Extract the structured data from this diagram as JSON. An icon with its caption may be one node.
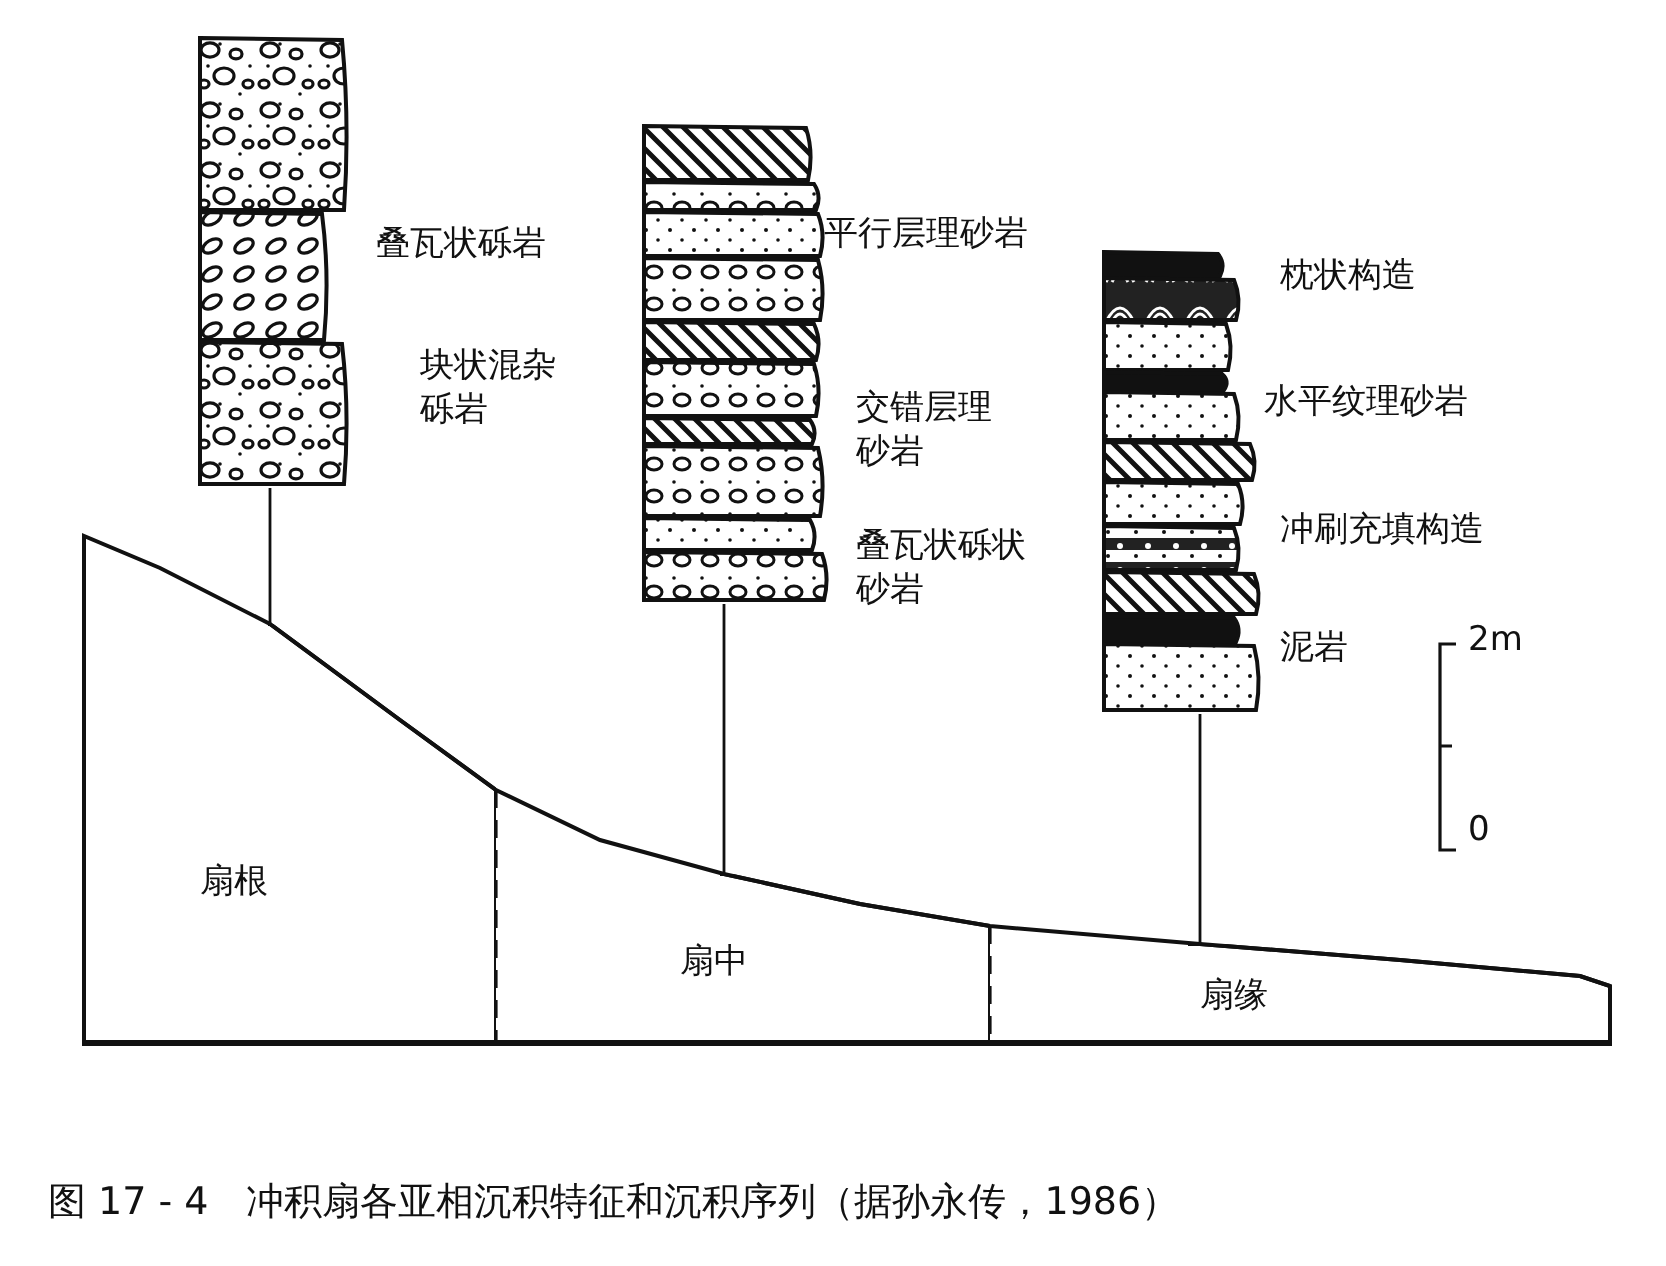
{
  "diagram": {
    "caption": "图 17 - 4　冲积扇各亚相沉积特征和沉积序列（据孙永传，1986）",
    "nodes": [
      {
        "text": [
          "扇根"
        ]
      },
      {
        "text": [
          "扇中"
        ]
      },
      {
        "text": [
          "扇缘"
        ]
      },
      {
        "text": [],
        "shape": "picture",
        "beside": [
          "叠瓦状砾岩",
          "块状混杂砾岩"
        ]
      },
      {
        "text": [],
        "shape": "picture",
        "beside": [
          "平行层理砂岩",
          "交错层理砂岩",
          "叠瓦状砾状砂岩"
        ]
      },
      {
        "text": [],
        "shape": "picture",
        "beside": [
          "枕状构造",
          "水平纹理砂岩",
          "冲刷充填构造",
          "泥岩"
        ]
      }
    ],
    "edges": [
      {
        "from": 3,
        "to": 0,
        "arrow": "none"
      },
      {
        "from": 4,
        "to": 1,
        "arrow": "none"
      },
      {
        "from": 5,
        "to": 2,
        "arrow": "none"
      }
    ],
    "labels": [
      "2m",
      "0"
    ]
  }
}
